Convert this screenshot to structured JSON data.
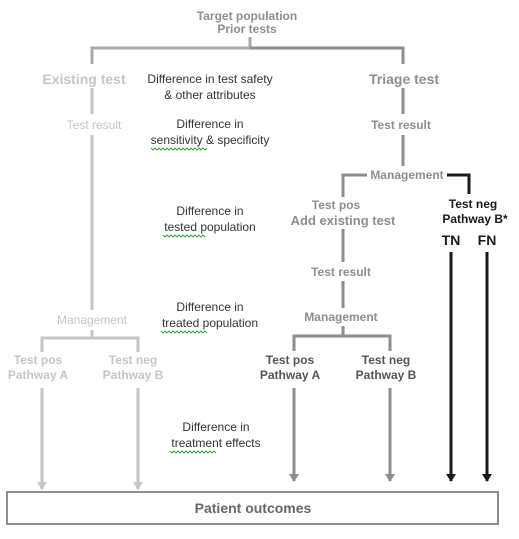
{
  "colors": {
    "left_gray": "#c6c6c6",
    "mid_gray": "#8e8e8e",
    "dark": "#1a1a1a",
    "center_text": "#333333",
    "squiggle": "#3aa53a"
  },
  "top": {
    "line1": "Target population",
    "line2": "Prior tests"
  },
  "existing_branch": {
    "title": "Existing test",
    "test_result": "Test result",
    "management": "Management",
    "pos_line1": "Test pos",
    "pos_line2": "Pathway A",
    "neg_line1": "Test neg",
    "neg_line2": "Pathway B"
  },
  "triage_branch": {
    "title": "Triage test",
    "test_result": "Test result",
    "management": "Management",
    "pos_line1": "Test pos",
    "pos_line2": "Add existing test",
    "test_result2": "Test result",
    "management2": "Management",
    "sub_pos_line1": "Test pos",
    "sub_pos_line2": "Pathway A",
    "sub_neg_line1": "Test neg",
    "sub_neg_line2": "Pathway B",
    "neg_line1": "Test neg",
    "neg_line2": "Pathway B*",
    "tn": "TN",
    "fn": "FN"
  },
  "differences": {
    "safety_line1": "Difference in test safety",
    "safety_line2": "& other attributes",
    "sens_line1": "Difference in",
    "sens_line2": "sensitivity & specificity",
    "tested_line1": "Difference in",
    "tested_line2": "tested population",
    "treated_line1": "Difference in",
    "treated_line2": "treated population",
    "effects_line1": "Difference in",
    "effects_line2": "treatment effects"
  },
  "outcome": "Patient outcomes"
}
